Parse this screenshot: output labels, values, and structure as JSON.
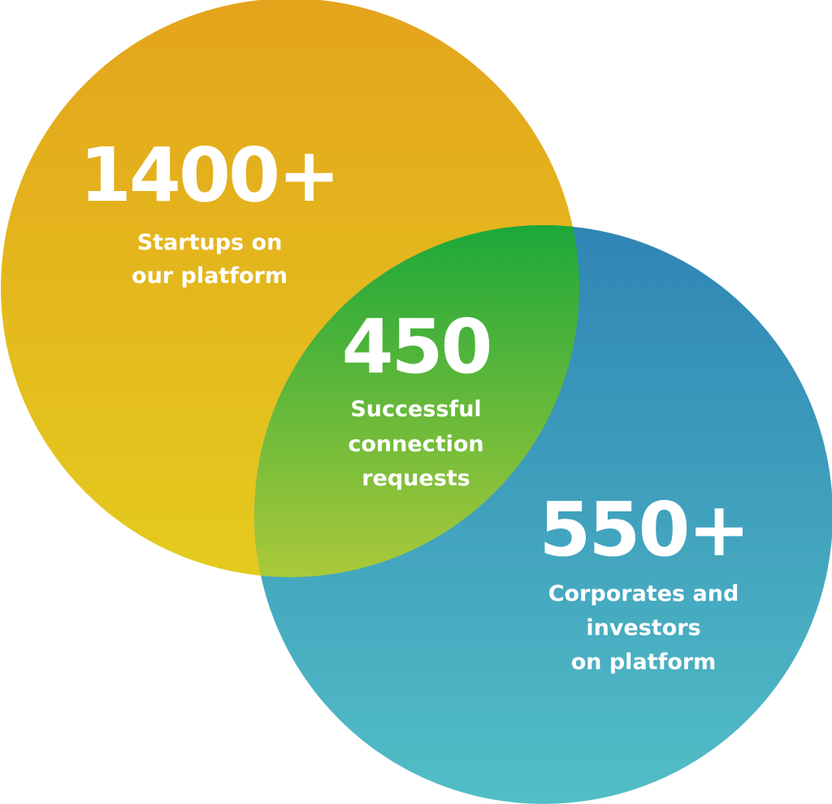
{
  "startups": {
    "value": "1400+",
    "label_line1": "Startups on",
    "label_line2": "our platform",
    "color_top": "#e4a41c",
    "color_bottom": "#e4cb1e"
  },
  "overlap": {
    "value": "450",
    "label_line1": "Successful",
    "label_line2": "connection",
    "label_line3": "requests",
    "color_top": "#1ca83a",
    "color_bottom": "#abc93a"
  },
  "corporates": {
    "value": "550+",
    "label_line1": "Corporates and",
    "label_line2": "investors",
    "label_line3": "on platform",
    "color_top": "#2f85b4",
    "color_bottom": "#52bec6"
  }
}
